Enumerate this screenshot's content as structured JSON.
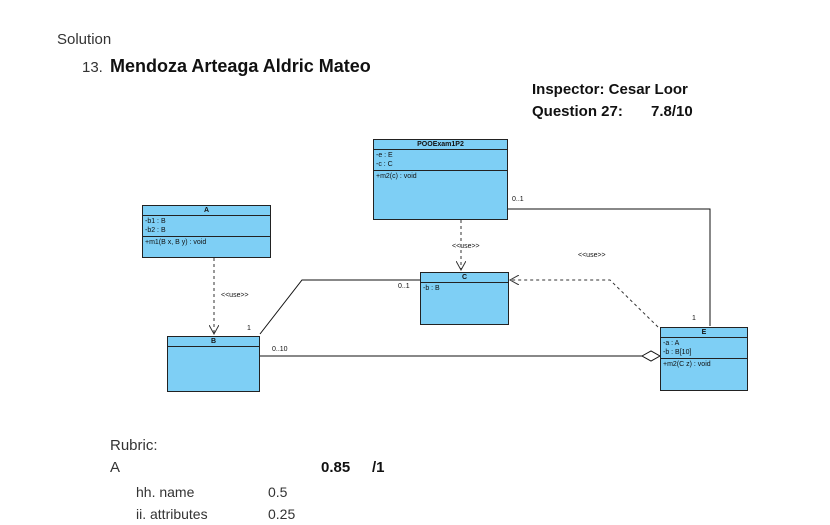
{
  "header": {
    "solution_label": "Solution",
    "item_number": "13.",
    "student_name": "Mendoza Arteaga Aldric Mateo",
    "inspector": "Inspector: Cesar Loor",
    "question": "Question 27:",
    "question_score": "7.8/10"
  },
  "diagram": {
    "classes": {
      "pooexam": {
        "name": "POOExam1P2",
        "attributes": [
          "-e : E",
          "-c : C"
        ],
        "methods": [
          "+m2(c) : void"
        ]
      },
      "a": {
        "name": "A",
        "attributes": [
          "-b1 : B",
          "-b2 : B"
        ],
        "methods": [
          "+m1(B x, B y) : void"
        ]
      },
      "c": {
        "name": "C",
        "attributes": [
          "-b : B"
        ],
        "methods": []
      },
      "b": {
        "name": "B",
        "attributes": [],
        "methods": []
      },
      "e": {
        "name": "E",
        "attributes": [
          "-a : A",
          "-b : B[10]"
        ],
        "methods": [
          "+m2(C z) : void"
        ]
      }
    },
    "labels": {
      "use_poo_c": "<<use>>",
      "use_e_c": "<<use>>",
      "use_a_b": "<<use>>",
      "mult_poo_e": "0..1",
      "mult_e_top": "1",
      "mult_c_b": "0..1",
      "mult_b_c": "1",
      "mult_b_e": "0..10"
    }
  },
  "rubric": {
    "title": "Rubric:",
    "section": "A",
    "score": "0.85",
    "max": "/1",
    "criteria": [
      {
        "label": "hh. name",
        "value": "0.5"
      },
      {
        "label": "ii.  attributes",
        "value": "0.25"
      }
    ]
  }
}
